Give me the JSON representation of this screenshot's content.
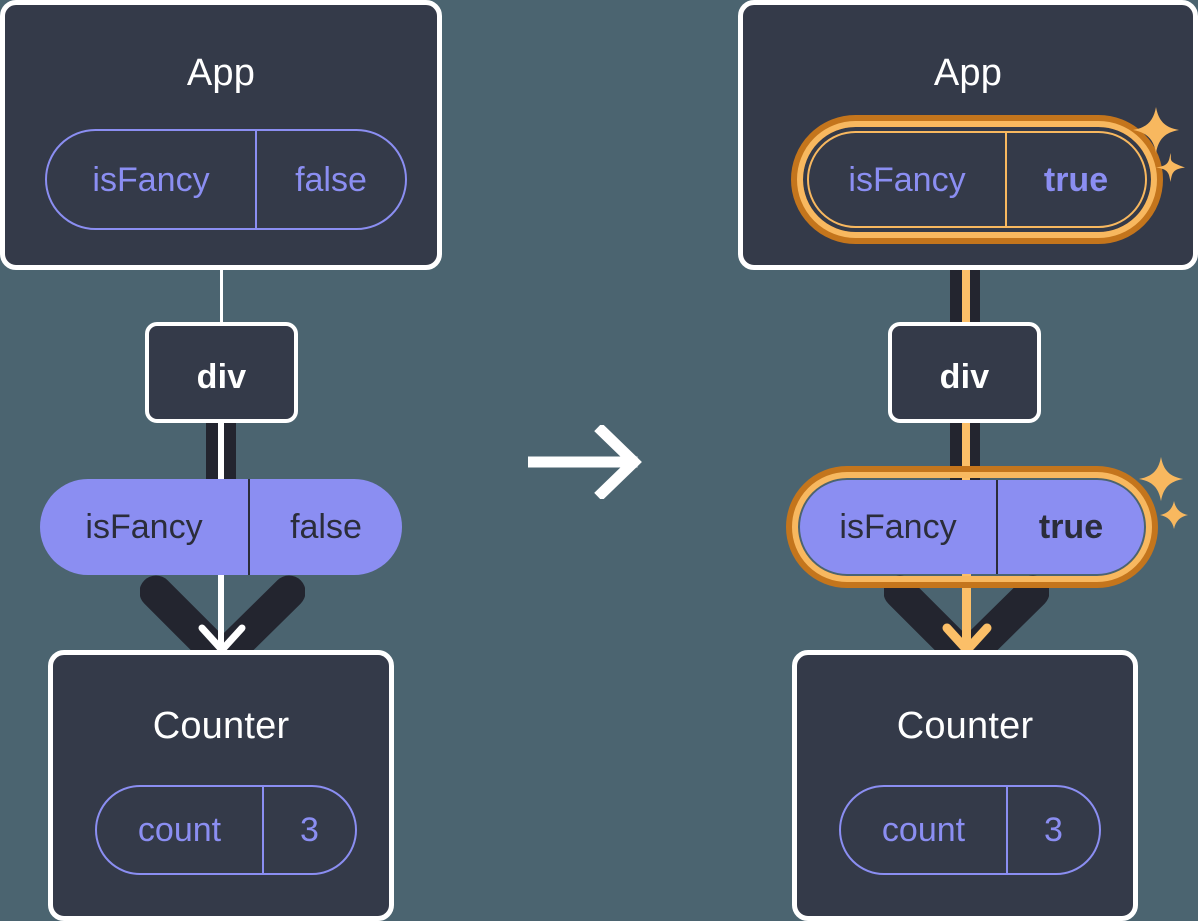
{
  "diagram": {
    "title": "React state propagation: isFancy false to true",
    "colors": {
      "background": "#4b6470",
      "node_fill": "#343a49",
      "node_border": "#ffffff",
      "accent_purple": "#8b8ef2",
      "highlight_orange_dark": "#c4751c",
      "highlight_orange_light": "#f8b85f",
      "connector_dark": "#23252f",
      "connector_orange": "#fbbf68"
    },
    "transition_arrow": "right-arrow"
  },
  "panels": [
    {
      "id": "before",
      "app": {
        "title": "App",
        "prop": {
          "key": "isFancy",
          "value": "false",
          "highlighted": false,
          "value_bold": false
        }
      },
      "div": {
        "title": "div"
      },
      "pill": {
        "key": "isFancy",
        "value": "false",
        "highlighted": false,
        "value_bold": false
      },
      "counter": {
        "title": "Counter",
        "state": {
          "key": "count",
          "value": "3"
        }
      },
      "arrow_color": "#ffffff",
      "sparkles": false
    },
    {
      "id": "after",
      "app": {
        "title": "App",
        "prop": {
          "key": "isFancy",
          "value": "true",
          "highlighted": true,
          "value_bold": true
        }
      },
      "div": {
        "title": "div"
      },
      "pill": {
        "key": "isFancy",
        "value": "true",
        "highlighted": true,
        "value_bold": true
      },
      "counter": {
        "title": "Counter",
        "state": {
          "key": "count",
          "value": "3"
        }
      },
      "arrow_color": "#fbbf68",
      "sparkles": true
    }
  ]
}
